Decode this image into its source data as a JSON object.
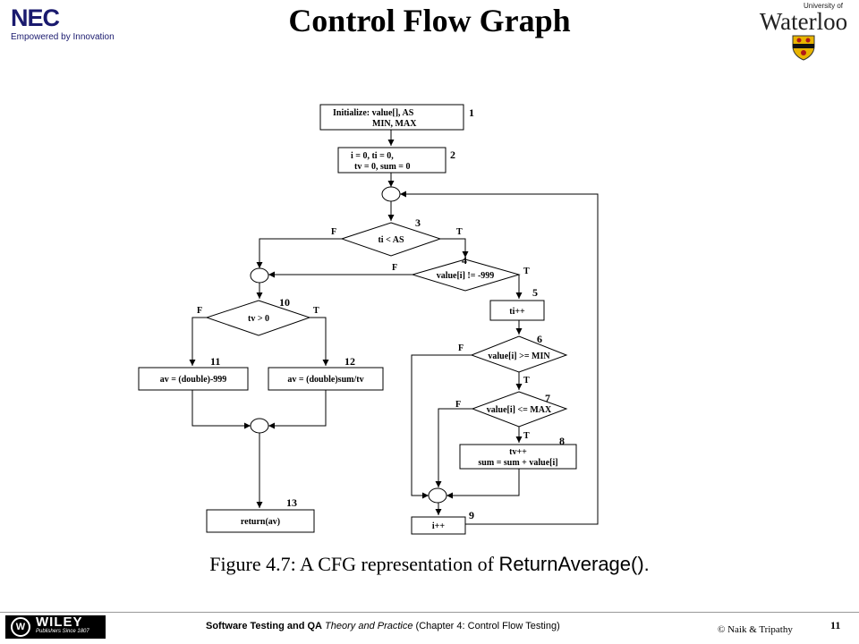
{
  "slide": {
    "title": "Control Flow Graph",
    "caption_prefix": "Figure 4.7: A CFG representation of ",
    "caption_code": "ReturnAverage().",
    "page_number": "11"
  },
  "logos": {
    "nec_word": "NEC",
    "nec_tagline": "Empowered by Innovation",
    "uw_small": "University of",
    "uw_word": "Waterloo",
    "wiley_word": "WILEY",
    "wiley_tagline": "Publishers Since 1807"
  },
  "footer": {
    "book_bold": "Software Testing and QA",
    "book_italic": "Theory and Practice",
    "chapter": "(Chapter 4: Control Flow Testing)",
    "authors": "© Naik & Tripathy"
  },
  "colors": {
    "text": "#000000",
    "nec_blue": "#1a1a6e",
    "uw_shield_gold": "#e8b400",
    "uw_shield_red": "#b01818"
  },
  "diagram": {
    "nodes": {
      "n1": {
        "line1": "Initialize:  value[], AS",
        "line2": "MIN, MAX",
        "num": "1"
      },
      "n2": {
        "line1": "i = 0,  ti = 0,",
        "line2": "tv = 0,  sum = 0",
        "num": "2"
      },
      "n3": {
        "text": "ti  < AS",
        "num": "3"
      },
      "n4": {
        "text": "value[i] != -999",
        "num": "4"
      },
      "n5": {
        "text": "ti++",
        "num": "5"
      },
      "n6": {
        "text": "value[i] >= MIN",
        "num": "6"
      },
      "n7": {
        "text": "value[i] <= MAX",
        "num": "7"
      },
      "n8": {
        "line1": "tv++",
        "line2": "sum = sum + value[i]",
        "num": "8"
      },
      "n9": {
        "text": "i++",
        "num": "9"
      },
      "n10": {
        "text": "tv > 0",
        "num": "10"
      },
      "n11": {
        "text": "av = (double)-999",
        "num": "11"
      },
      "n12": {
        "text": "av = (double)sum/tv",
        "num": "12"
      },
      "n13": {
        "text": "return(av)",
        "num": "13"
      }
    },
    "branch_labels": {
      "n3_false": "F",
      "n3_true": "T",
      "n4_false": "F",
      "n4_true": "T",
      "n6_false": "F",
      "n6_true": "T",
      "n7_false": "F",
      "n7_true": "T",
      "n10_false": "F",
      "n10_true": "T"
    }
  }
}
